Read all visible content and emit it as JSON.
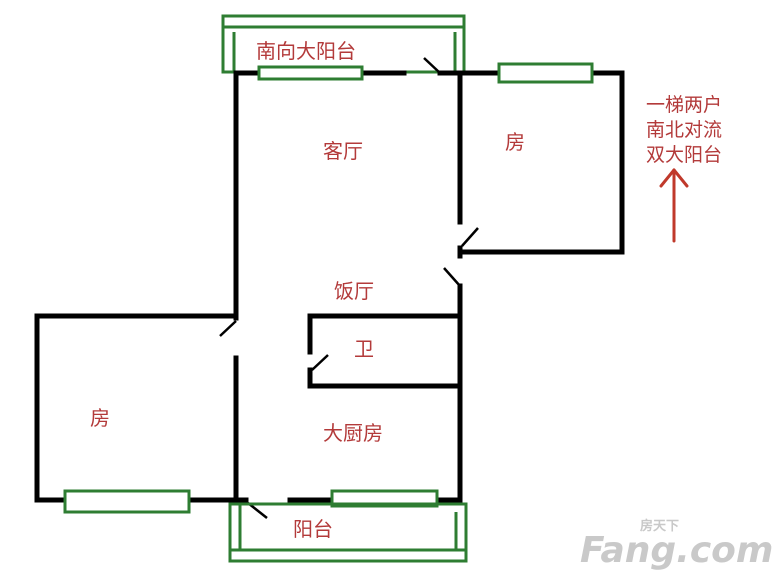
{
  "rooms": {
    "south_balcony": "南向大阳台",
    "living_room": "客厅",
    "bedroom_right": "房",
    "dining_room": "饭厅",
    "bathroom": "卫",
    "bedroom_left": "房",
    "kitchen": "大厨房",
    "balcony_bottom": "阳台"
  },
  "note": {
    "line1": "一梯两户",
    "line2": "南北对流",
    "line3": "双大阳台"
  },
  "watermark": {
    "main": "Fang.com",
    "small": "房天下"
  },
  "colors": {
    "wall": "#000000",
    "window": "#2e7d32",
    "label": "#b33a3a",
    "arrow": "#c0392b",
    "watermark": "#c9c9c9"
  }
}
